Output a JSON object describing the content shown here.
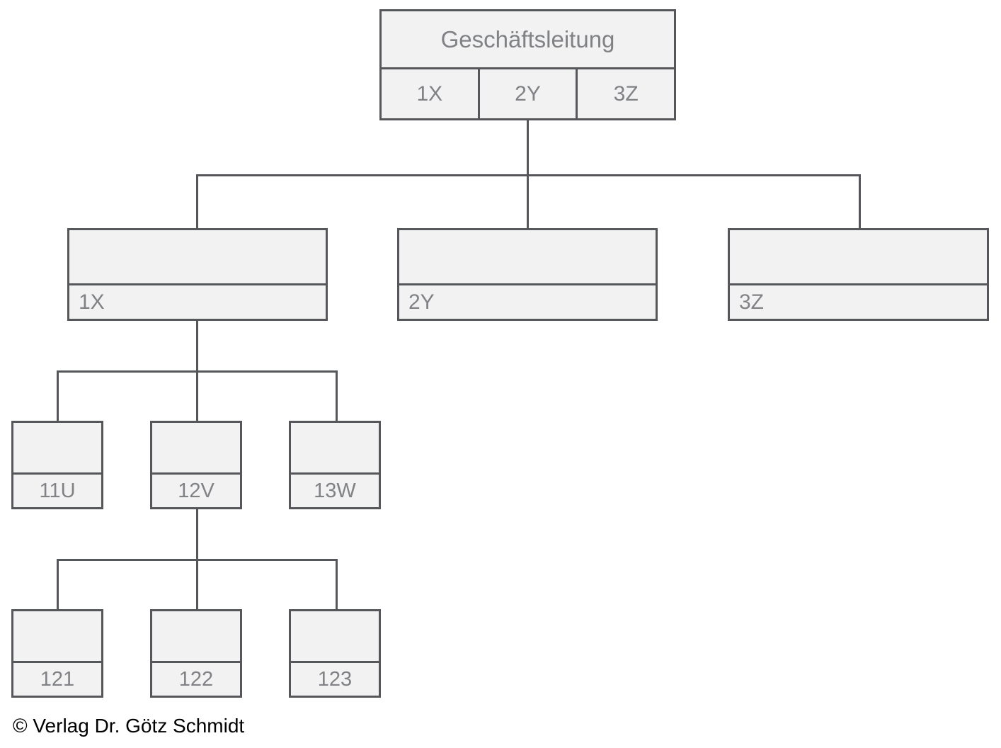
{
  "diagram": {
    "type": "org-chart",
    "title": "Geschäftsleitung",
    "root": {
      "header": "Geschäftsleitung",
      "cells": [
        "1X",
        "2Y",
        "3Z"
      ]
    },
    "level2": [
      {
        "header": "",
        "label": "1X"
      },
      {
        "header": "",
        "label": "2Y"
      },
      {
        "header": "",
        "label": "3Z"
      }
    ],
    "level3": [
      {
        "header": "",
        "label": "11U"
      },
      {
        "header": "",
        "label": "12V"
      },
      {
        "header": "",
        "label": "13W"
      }
    ],
    "level4": [
      {
        "header": "",
        "label": "121"
      },
      {
        "header": "",
        "label": "122"
      },
      {
        "header": "",
        "label": "123"
      }
    ]
  },
  "footer": {
    "copyright": "© Verlag Dr. Götz Schmidt"
  },
  "colors": {
    "box_fill": "#f2f2f2",
    "box_border": "#56575a",
    "label_text": "#808285",
    "footer_text": "#000000",
    "background": "#ffffff"
  }
}
